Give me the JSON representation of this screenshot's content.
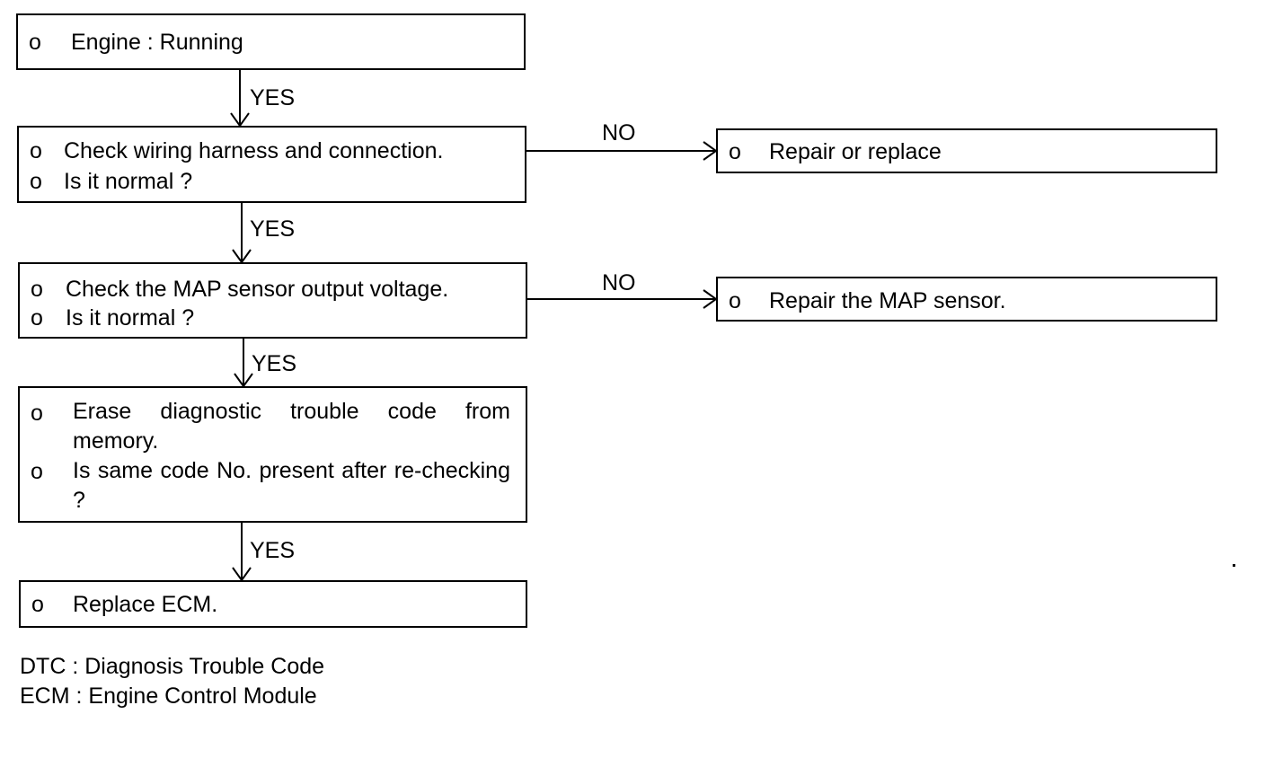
{
  "nodes": {
    "start": {
      "lines": [
        {
          "bullet": "o",
          "text": "Engine : Running"
        }
      ]
    },
    "check_wiring": {
      "lines": [
        {
          "bullet": "o",
          "text": "Check wiring harness and connection."
        },
        {
          "bullet": "o",
          "text": "Is it normal ?"
        }
      ]
    },
    "repair_replace": {
      "lines": [
        {
          "bullet": "o",
          "text": "Repair or replace"
        }
      ]
    },
    "check_map": {
      "lines": [
        {
          "bullet": "o",
          "text": "Check the MAP sensor output voltage."
        },
        {
          "bullet": "o",
          "text": "Is it normal ?"
        }
      ]
    },
    "repair_map": {
      "lines": [
        {
          "bullet": "o",
          "text": "Repair the MAP sensor."
        }
      ]
    },
    "erase_dtc": {
      "lines": [
        {
          "bullet": "o",
          "text": "Erase diagnostic trouble code from memory."
        },
        {
          "bullet": "o",
          "text": "Is same code No. present after re-checking ?"
        }
      ]
    },
    "replace_ecm": {
      "lines": [
        {
          "bullet": "o",
          "text": "Replace ECM."
        }
      ]
    }
  },
  "edges": {
    "start_to_wiring": "YES",
    "wiring_to_repair": "NO",
    "wiring_to_map": "YES",
    "map_to_repair": "NO",
    "map_to_erase": "YES",
    "erase_to_replace": "YES"
  },
  "legend": [
    "DTC : Diagnosis Trouble Code",
    "ECM : Engine Control Module"
  ]
}
